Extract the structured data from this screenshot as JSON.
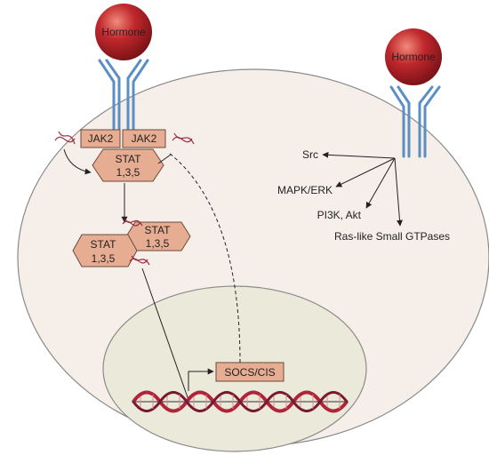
{
  "colors": {
    "cell_fill": "#f6efe9",
    "cell_stroke": "#8a8a8a",
    "nucleus_fill": "#ebe9d9",
    "box_fill": "#e6ad92",
    "box_stroke": "#6b4a3a",
    "receptor_blue": "#5b8fc4",
    "hormone_red": "#c0282d",
    "dna_red": "#b0243a"
  },
  "hormone_left": {
    "label": "Hormone"
  },
  "hormone_right": {
    "label": "Hormone"
  },
  "jak": {
    "left": "JAK2",
    "right": "JAK2"
  },
  "stat_top": {
    "line1": "STAT",
    "line2": "1,3,5"
  },
  "stat_dimer_a": {
    "line1": "STAT",
    "line2": "1,3,5"
  },
  "stat_dimer_b": {
    "line1": "STAT",
    "line2": "1,3,5"
  },
  "gene": {
    "label": "SOCS/CIS"
  },
  "signaling": {
    "targets": [
      "Src",
      "MAPK/ERK",
      "PI3K, Akt",
      "Ras-like Small GTPases"
    ]
  }
}
